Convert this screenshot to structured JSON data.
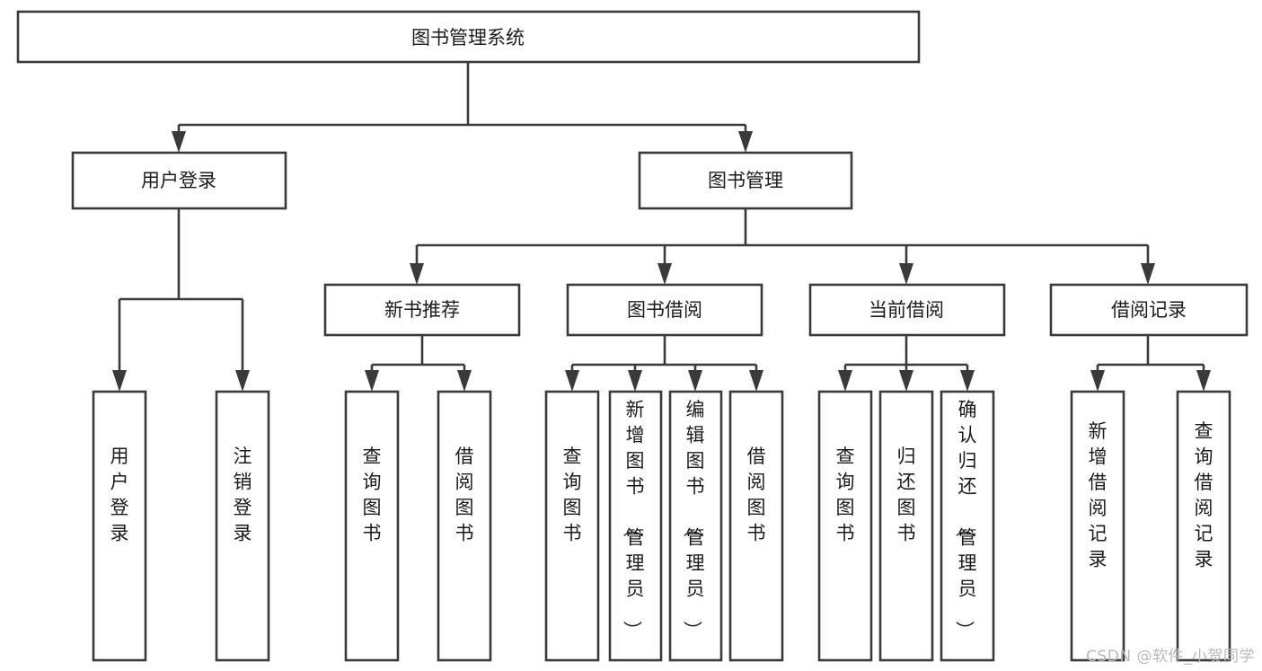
{
  "diagram": {
    "type": "hierarchy-tree",
    "title": "图书管理系统",
    "watermark": "CSDN @软件_小贺同学",
    "colors": {
      "box_stroke": "#3a3a3a",
      "box_fill": "#ffffff",
      "text": "#1b1b1b",
      "background": "#ffffff",
      "watermark": "#b9b9b9"
    },
    "levels": [
      {
        "level": 1,
        "nodes": [
          {
            "id": "root",
            "label": "图书管理系统",
            "orientation": "horizontal"
          }
        ]
      },
      {
        "level": 2,
        "nodes": [
          {
            "id": "login",
            "label": "用户登录",
            "orientation": "horizontal",
            "parent": "root"
          },
          {
            "id": "bookmgmt",
            "label": "图书管理",
            "orientation": "horizontal",
            "parent": "root"
          }
        ]
      },
      {
        "level": 3,
        "nodes": [
          {
            "id": "newbook",
            "label": "新书推荐",
            "orientation": "horizontal",
            "parent": "bookmgmt"
          },
          {
            "id": "borrow",
            "label": "图书借阅",
            "orientation": "horizontal",
            "parent": "bookmgmt"
          },
          {
            "id": "current",
            "label": "当前借阅",
            "orientation": "horizontal",
            "parent": "bookmgmt"
          },
          {
            "id": "records",
            "label": "借阅记录",
            "orientation": "horizontal",
            "parent": "bookmgmt"
          }
        ]
      },
      {
        "level": 4,
        "nodes": [
          {
            "id": "leaf1",
            "label": "用户登录",
            "orientation": "vertical",
            "parent": "login"
          },
          {
            "id": "leaf2",
            "label": "注销登录",
            "orientation": "vertical",
            "parent": "login"
          },
          {
            "id": "leaf3",
            "label": "查询图书",
            "orientation": "vertical",
            "parent": "newbook"
          },
          {
            "id": "leaf4",
            "label": "借阅图书",
            "orientation": "vertical",
            "parent": "newbook"
          },
          {
            "id": "leaf5",
            "label": "查询图书",
            "orientation": "vertical",
            "parent": "borrow"
          },
          {
            "id": "leaf6",
            "label": "新增图书（管理员）",
            "orientation": "vertical",
            "parent": "borrow"
          },
          {
            "id": "leaf7",
            "label": "编辑图书（管理员）",
            "orientation": "vertical",
            "parent": "borrow"
          },
          {
            "id": "leaf8",
            "label": "借阅图书",
            "orientation": "vertical",
            "parent": "borrow"
          },
          {
            "id": "leaf9",
            "label": "查询图书",
            "orientation": "vertical",
            "parent": "current"
          },
          {
            "id": "leaf10",
            "label": "归还图书",
            "orientation": "vertical",
            "parent": "current"
          },
          {
            "id": "leaf11",
            "label": "确认归还（管理员）",
            "orientation": "vertical",
            "parent": "current"
          },
          {
            "id": "leaf12",
            "label": "新增借阅记录",
            "orientation": "vertical",
            "parent": "records"
          },
          {
            "id": "leaf13",
            "label": "查询借阅记录",
            "orientation": "vertical",
            "parent": "records"
          }
        ]
      }
    ]
  }
}
